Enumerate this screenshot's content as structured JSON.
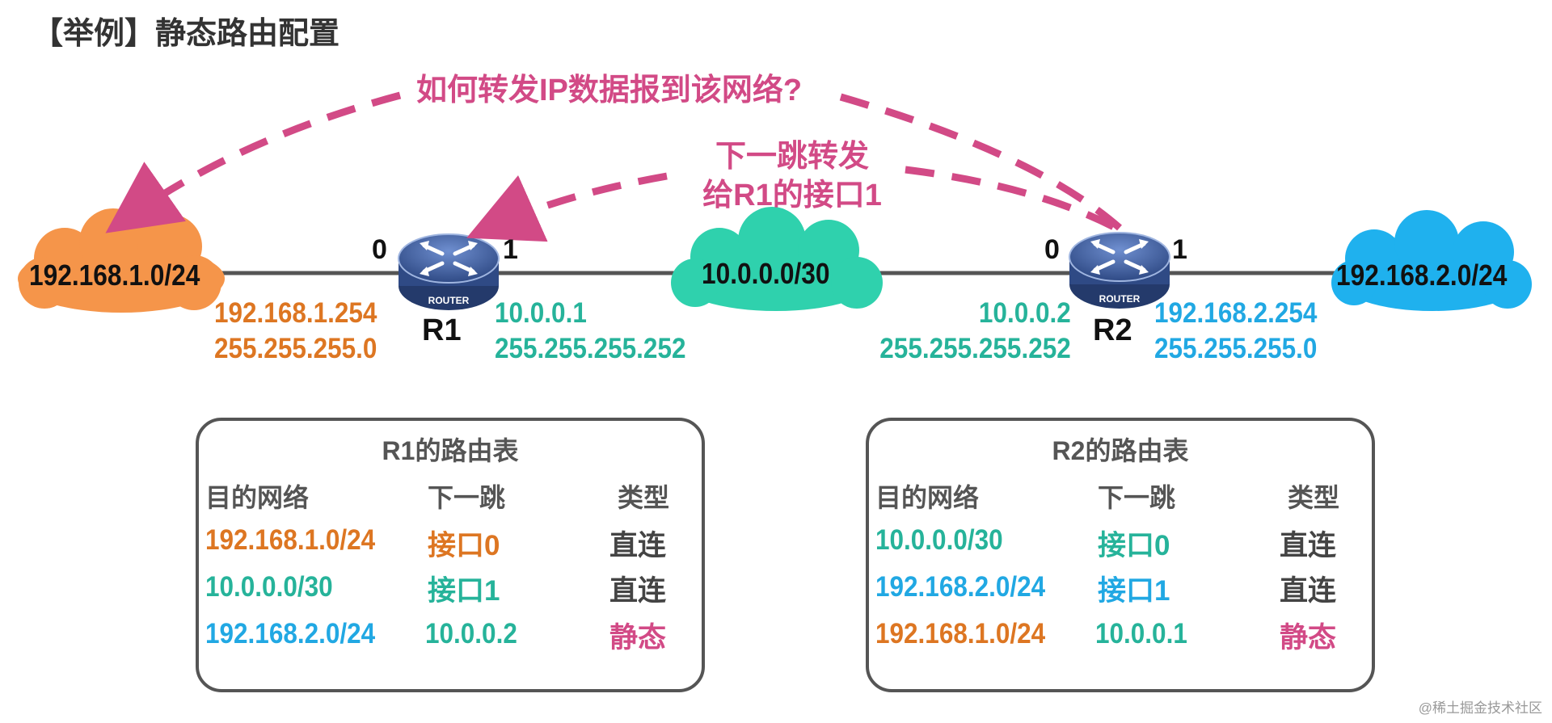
{
  "title": "【举例】静态路由配置",
  "annotations": {
    "question": "如何转发IP数据报到该网络?",
    "next_hop_line1": "下一跳转发",
    "next_hop_line2": "给R1的接口1"
  },
  "clouds": {
    "left": "192.168.1.0/24",
    "middle": "10.0.0.0/30",
    "right": "192.168.2.0/24"
  },
  "routers": {
    "r1": {
      "name": "R1",
      "port_left": "0",
      "port_right": "1",
      "badge": "ROUTER"
    },
    "r2": {
      "name": "R2",
      "port_left": "0",
      "port_right": "1",
      "badge": "ROUTER"
    }
  },
  "interfaces": {
    "r1_if0_ip": "192.168.1.254",
    "r1_if0_mask": "255.255.255.0",
    "r1_if1_ip": "10.0.0.1",
    "r1_if1_mask": "255.255.255.252",
    "r2_if0_ip": "10.0.0.2",
    "r2_if0_mask": "255.255.255.252",
    "r2_if1_ip": "192.168.2.254",
    "r2_if1_mask": "255.255.255.0"
  },
  "tables": {
    "r1": {
      "title": "R1的路由表",
      "headers": [
        "目的网络",
        "下一跳",
        "类型"
      ],
      "rows": [
        {
          "net": "192.168.1.0/24",
          "next": "接口0",
          "type": "直连"
        },
        {
          "net": "10.0.0.0/30",
          "next": "接口1",
          "type": "直连"
        },
        {
          "net": "192.168.2.0/24",
          "next": "10.0.0.2",
          "type": "静态"
        }
      ]
    },
    "r2": {
      "title": "R2的路由表",
      "headers": [
        "目的网络",
        "下一跳",
        "类型"
      ],
      "rows": [
        {
          "net": "10.0.0.0/30",
          "next": "接口0",
          "type": "直连"
        },
        {
          "net": "192.168.2.0/24",
          "next": "接口1",
          "type": "直连"
        },
        {
          "net": "192.168.1.0/24",
          "next": "10.0.0.1",
          "type": "静态"
        }
      ]
    }
  },
  "colors": {
    "orange": "#dd7622",
    "orange_cloud": "#f5954a",
    "teal": "#26b39a",
    "teal_cloud": "#2fd1ad",
    "blue": "#21a8e3",
    "blue_cloud": "#1fb1ee",
    "pink": "#d24a86",
    "router": "#3f5fa0"
  },
  "watermark": "@稀土掘金技术社区"
}
